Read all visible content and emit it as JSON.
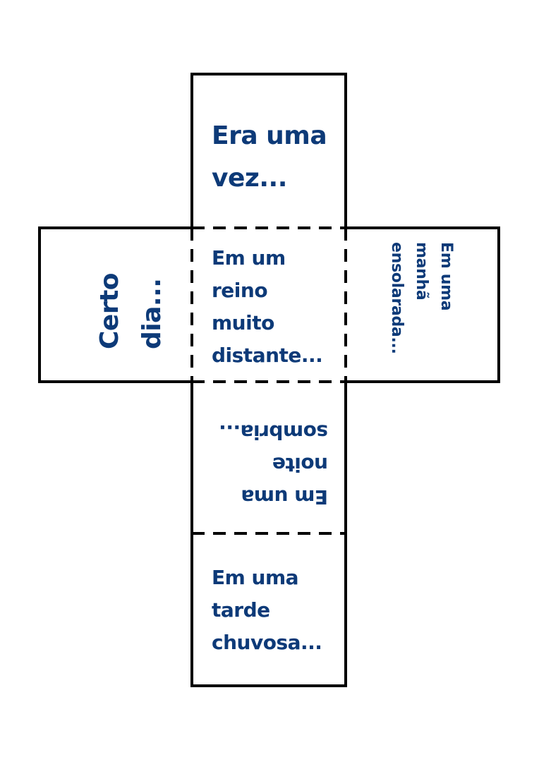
{
  "diagram": {
    "title": "Cube net - story starters",
    "colors": {
      "text": "#0d3a78",
      "outline": "#000000"
    },
    "faces": {
      "top": {
        "text": "Era uma\nvez...",
        "orientation": "upright"
      },
      "left": {
        "text": "Certo\ndia...",
        "orientation": "rotated 90° counter-clockwise"
      },
      "center": {
        "text": "Em um\nreino\nmuito\ndistante...",
        "orientation": "upright"
      },
      "right": {
        "text": "Em uma\nmanhã\nensolarada...",
        "orientation": "rotated 90° clockwise"
      },
      "third": {
        "text": "Em uma\nnoite\nsombria...",
        "orientation": "upside down"
      },
      "bottom": {
        "text": "Em uma\ntarde\nchuvosa...",
        "orientation": "upright"
      }
    },
    "fold_lines": "dashed",
    "cut_lines": "solid"
  }
}
